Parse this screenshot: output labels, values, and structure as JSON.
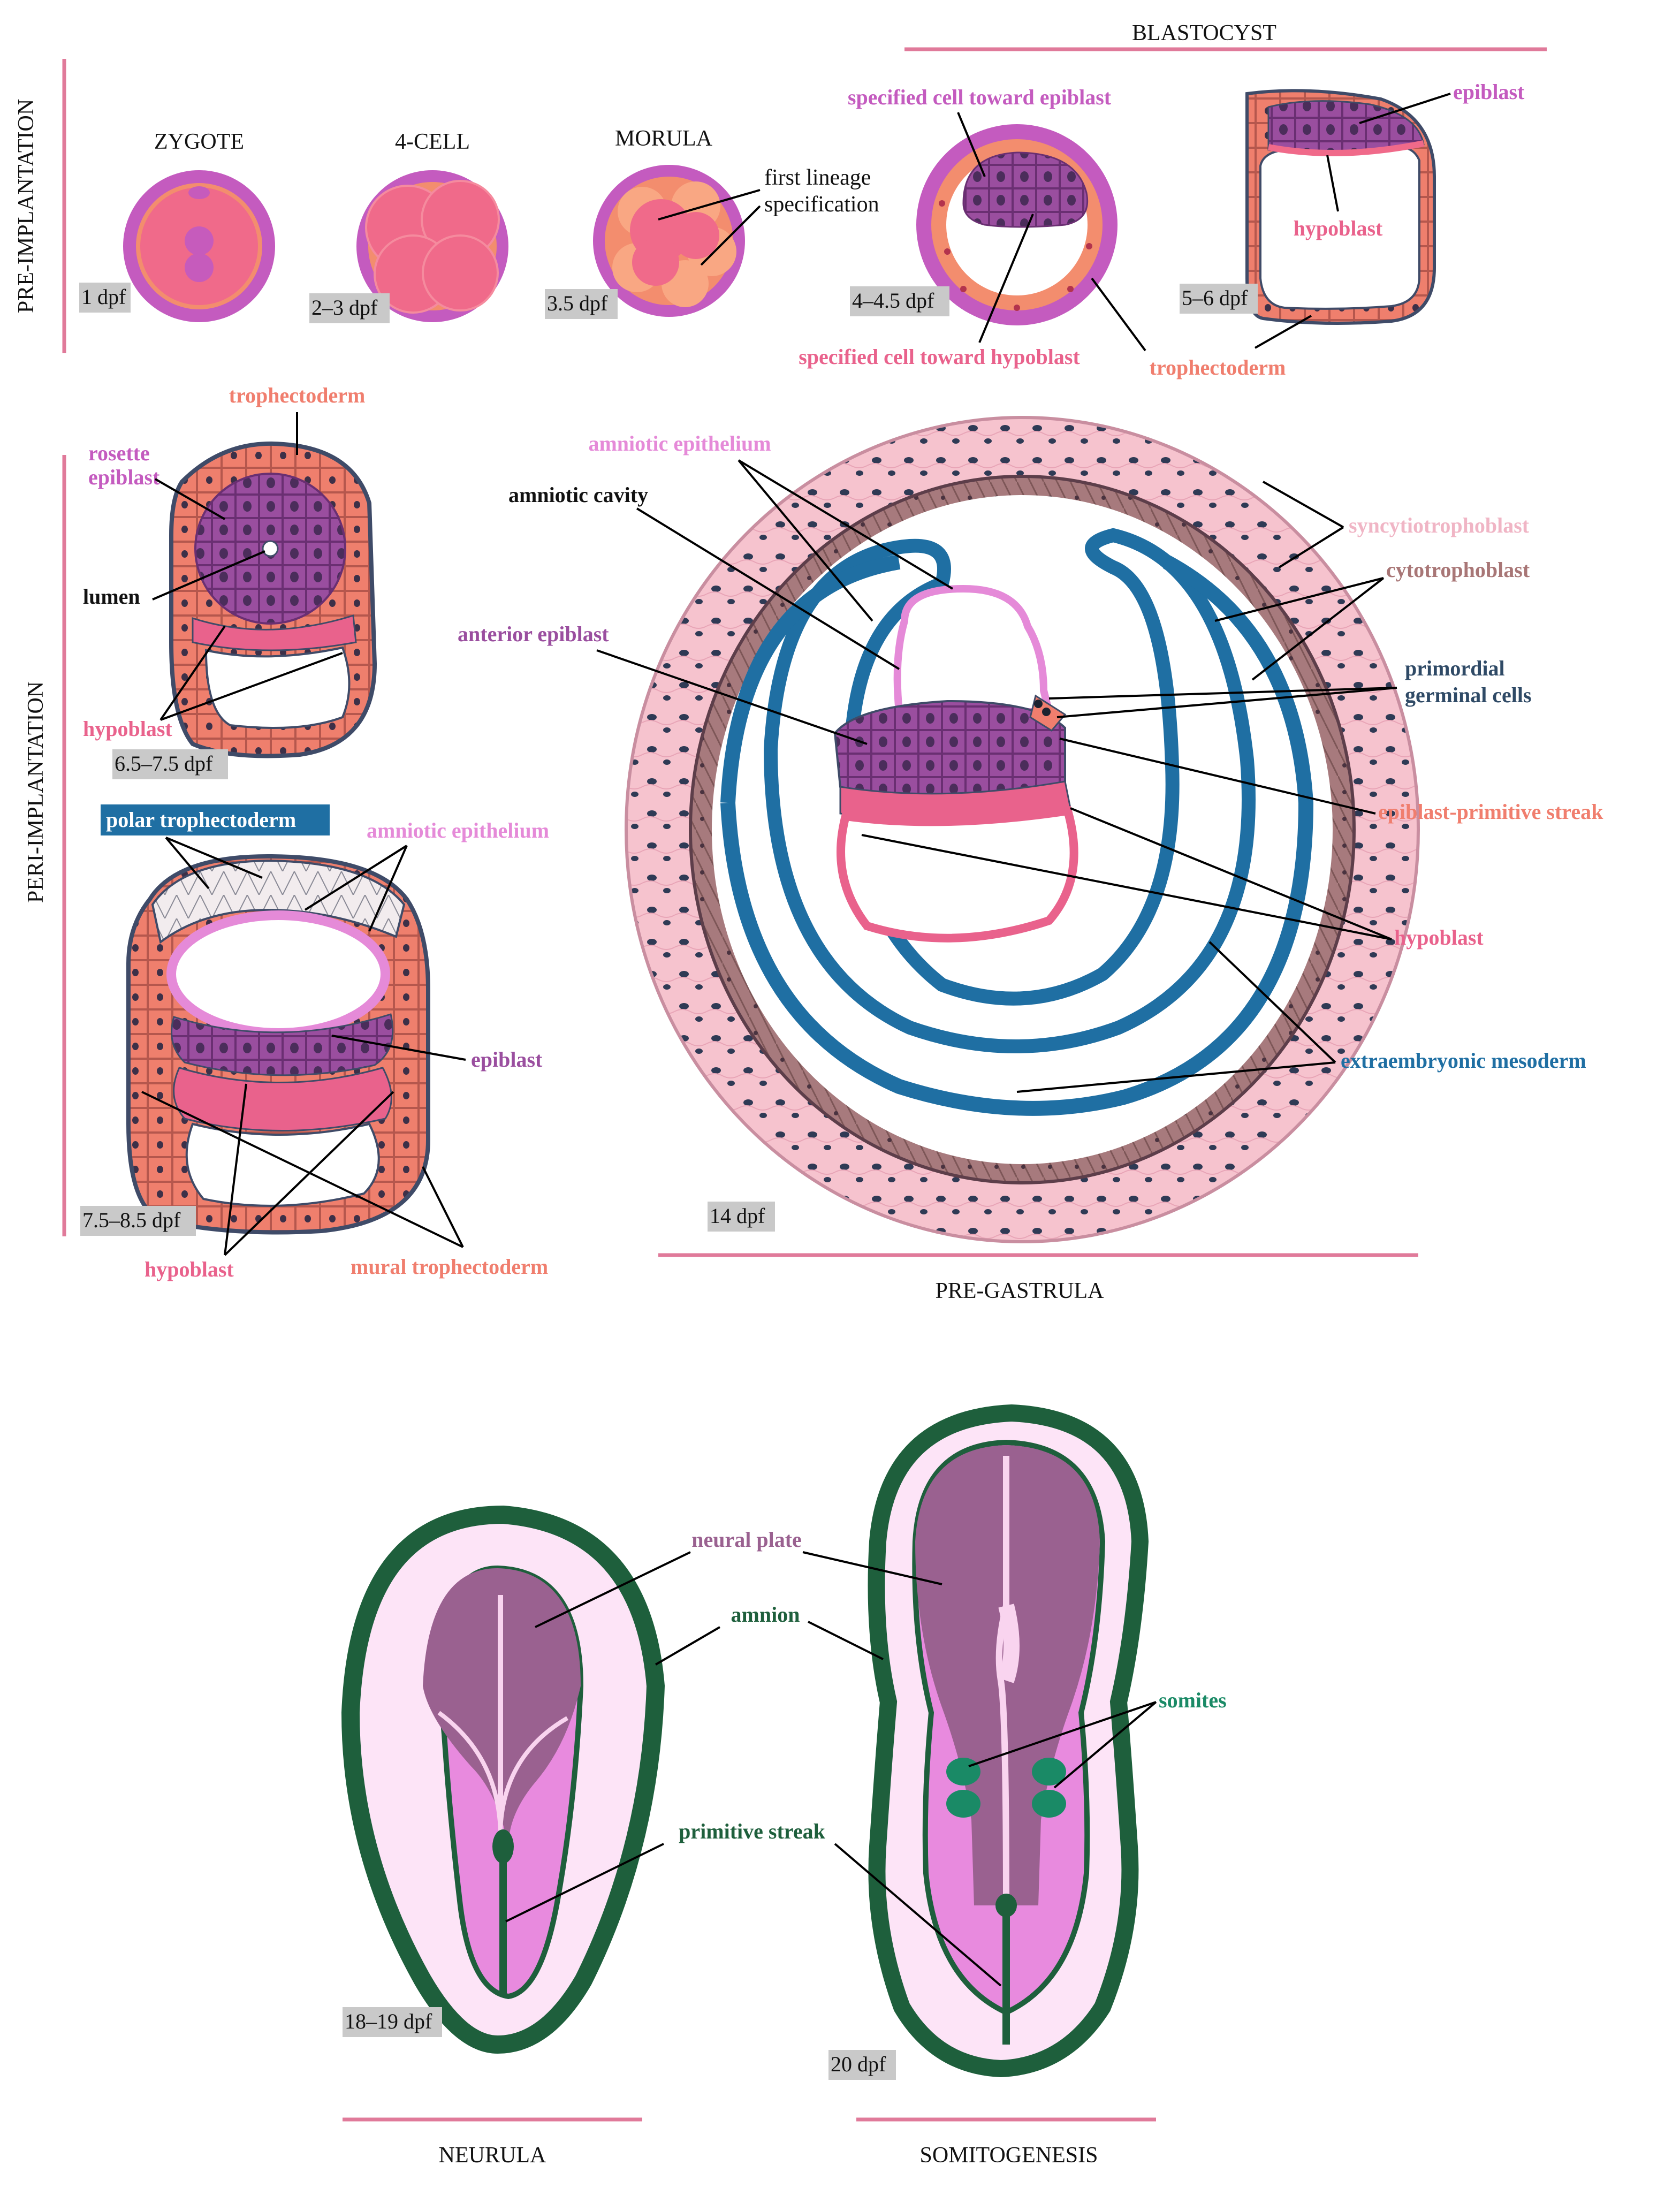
{
  "stages": {
    "blastocyst": "BLASTOCYST",
    "pre_gastrula": "PRE-GASTRULA",
    "neurula": "NEURULA",
    "somitogenesis": "SOMITOGENESIS"
  },
  "side_titles": {
    "pre_implantation": "PRE-IMPLANTATION",
    "peri_implantation": "PERI-IMPLANTATION"
  },
  "cells": {
    "zygote": "ZYGOTE",
    "four_cell": "4-CELL",
    "morula": "MORULA"
  },
  "dpf": {
    "zygote": "1 dpf",
    "four_cell": "2–3 dpf",
    "morula": "3.5 dpf",
    "blast_early": "4–4.5 dpf",
    "blast_late": "5–6 dpf",
    "rosette": "6.5–7.5 dpf",
    "amnion": "7.5–8.5 dpf",
    "pregastrula": "14 dpf",
    "neurula": "18–19 dpf",
    "somito": "20 dpf"
  },
  "labels": {
    "first_lineage_1": "first lineage",
    "first_lineage_2": "specification",
    "spec_epiblast": "specified cell toward epiblast",
    "spec_hypoblast": "specified cell toward hypoblast",
    "blast_trophectoderm": "trophectoderm",
    "blast_epiblast": "epiblast",
    "blast_hypoblast": "hypoblast",
    "rosette_trophectoderm": "trophectoderm",
    "rosette_1": "rosette",
    "rosette_2": "epiblast",
    "lumen": "lumen",
    "rosette_hypoblast": "hypoblast",
    "polar_trophectoderm": "polar trophectoderm",
    "amnion_amniotic_epithelium": "amniotic epithelium",
    "amnion_epiblast": "epiblast",
    "amnion_hypoblast": "hypoblast",
    "mural_trophectoderm": "mural trophectoderm",
    "pg_amniotic_epithelium": "amniotic epithelium",
    "amniotic_cavity": "amniotic cavity",
    "anterior_epiblast": "anterior epiblast",
    "syncytiotrophoblast": "syncytiotrophoblast",
    "cytotrophoblast": "cytotrophoblast",
    "pgc_1": "primordial",
    "pgc_2": "germinal cells",
    "epiblast_primitive_streak": "epiblast-primitive streak",
    "pg_hypoblast": "hypoblast",
    "extraembryonic_mesoderm": "extraembryonic mesoderm",
    "neural_plate": "neural plate",
    "amnion": "amnion",
    "primitive_streak": "primitive streak",
    "somites": "somites"
  },
  "colors": {
    "magenta": "#c45bbf",
    "salmon": "#f07e6e",
    "pink": "#e9628c",
    "purple": "#9c5aa0",
    "violet": "#9a4e9f",
    "dark_blue": "#2f4a66",
    "teal": "#1f6fa3",
    "light_pink": "#f0b5c5",
    "mauve": "#a87676",
    "green": "#1e5f3c",
    "somite": "#1a8a66",
    "neural": "#9a6190",
    "primitive": "#e88ade",
    "fill_soft": "#fde4f7"
  }
}
